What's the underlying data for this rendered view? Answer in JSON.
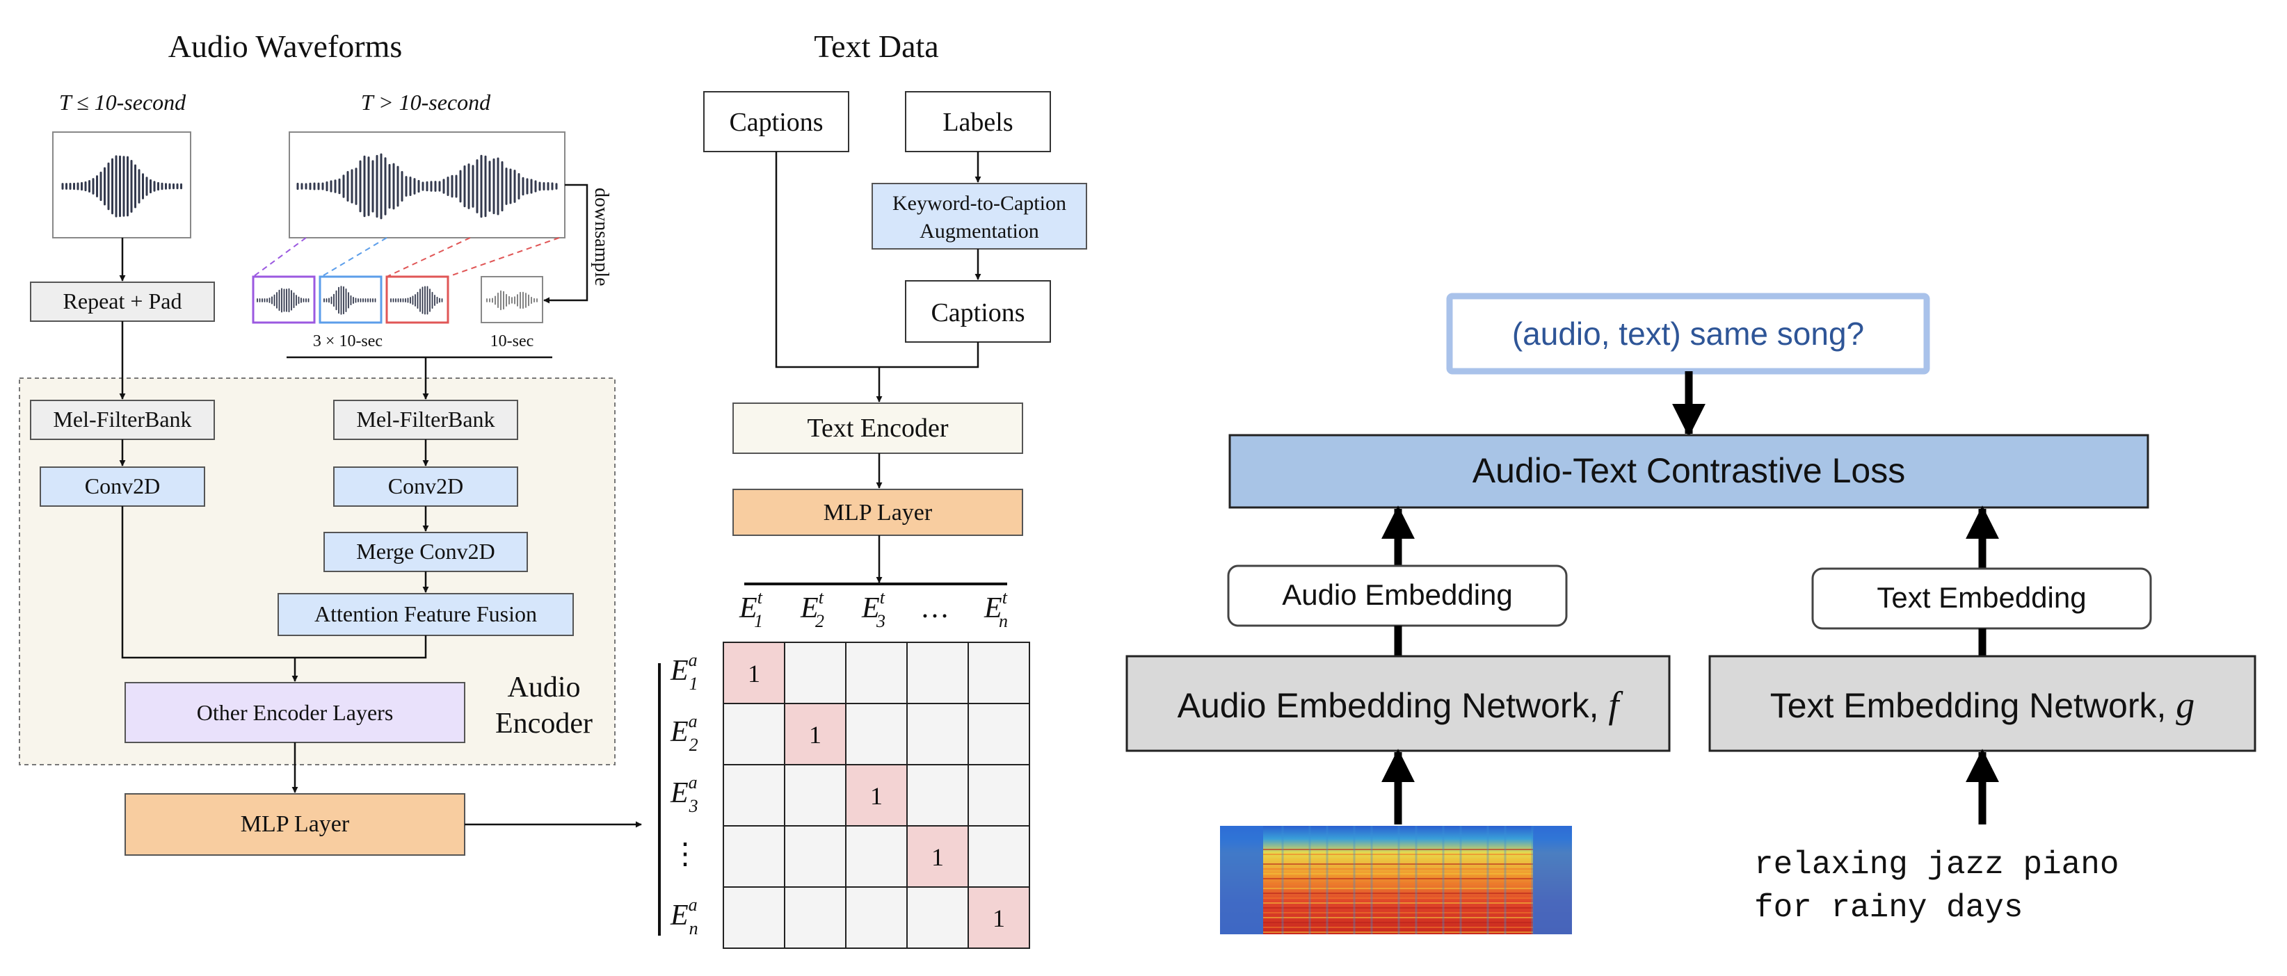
{
  "left": {
    "audio_title": "Audio Waveforms",
    "short_label": "T ≤ 10-second",
    "long_label": "T > 10-second",
    "downsample": "downsample",
    "clips_label": "3 × 10-sec",
    "ten_sec_label": "10-sec",
    "repeat_pad": "Repeat + Pad",
    "mel_left": "Mel-FilterBank",
    "mel_right": "Mel-FilterBank",
    "conv_left": "Conv2D",
    "conv_right": "Conv2D",
    "merge_conv": "Merge Conv2D",
    "aff": "Attention Feature Fusion",
    "other_layers": "Other Encoder Layers",
    "audio_encoder_1": "Audio",
    "audio_encoder_2": "Encoder",
    "mlp_audio": "MLP Layer"
  },
  "text_side": {
    "title": "Text Data",
    "captions_top": "Captions",
    "labels": "Labels",
    "k2c_1": "Keyword-to-Caption",
    "k2c_2": "Augmentation",
    "captions_aug": "Captions",
    "text_encoder": "Text Encoder",
    "mlp_text": "MLP Layer"
  },
  "matrix": {
    "col_headers": [
      {
        "base": "E",
        "sup": "t",
        "sub": "1"
      },
      {
        "base": "E",
        "sup": "t",
        "sub": "2"
      },
      {
        "base": "E",
        "sup": "t",
        "sub": "3"
      },
      {
        "base": "…",
        "sup": "",
        "sub": ""
      },
      {
        "base": "E",
        "sup": "t",
        "sub": "n"
      }
    ],
    "row_headers": [
      {
        "base": "E",
        "sup": "a",
        "sub": "1"
      },
      {
        "base": "E",
        "sup": "a",
        "sub": "2"
      },
      {
        "base": "E",
        "sup": "a",
        "sub": "3"
      },
      {
        "base": "⋮",
        "sup": "",
        "sub": ""
      },
      {
        "base": "E",
        "sup": "a",
        "sub": "n"
      }
    ],
    "diag_value": "1"
  },
  "right": {
    "question": "(audio, text) same song?",
    "contrastive_loss": "Audio-Text Contrastive Loss",
    "audio_embedding": "Audio Embedding",
    "text_embedding": "Text Embedding",
    "audio_net": "Audio Embedding Network, ",
    "audio_net_var": "f",
    "text_net": "Text Embedding Network, ",
    "text_net_var": "g",
    "text_input_1": "relaxing jazz piano",
    "text_input_2": "for rainy days"
  },
  "colors": {
    "repeat_fill": "#eeeeee",
    "encoder_bg": "#f8f5ec",
    "conv_fill": "#d6e6fb",
    "other_fill": "#e9e1fb",
    "mlp_fill": "#f8cda0",
    "text_enc_fill": "#f9f7ee",
    "matrix_fill": "#f4f4f4",
    "diag_fill": "#f3d3d3",
    "question_border": "#a9c2ea",
    "question_text": "#2e5597",
    "loss_fill": "#a8c4e6",
    "net_fill": "#d9d9d9",
    "clip_purple": "#9b59e0",
    "clip_blue": "#5c9eea",
    "clip_red": "#e05656"
  }
}
